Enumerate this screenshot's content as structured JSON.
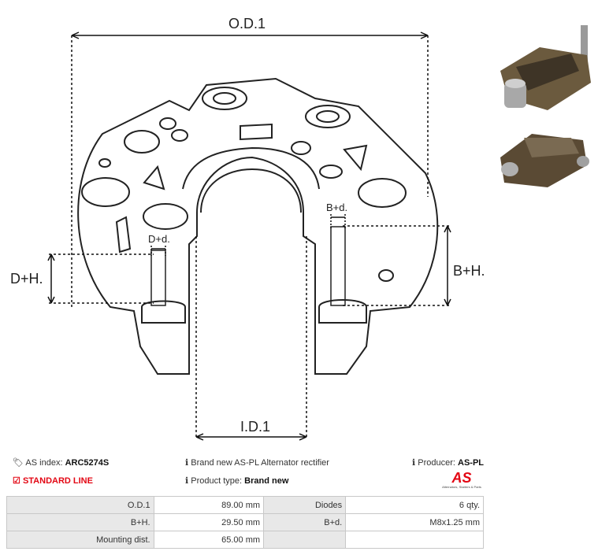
{
  "diagram": {
    "labels": {
      "od1": "O.D.1",
      "id1": "I.D.1",
      "dh": "D+H.",
      "bh": "B+H.",
      "bd": "B+d.",
      "dd": "D+d."
    }
  },
  "info": {
    "as_index_label": "AS index:",
    "as_index_value": "ARC5274S",
    "standard_line": "STANDARD LINE",
    "description": "Brand new AS-PL Alternator rectifier",
    "product_type_label": "Product type:",
    "product_type_value": "Brand new",
    "producer_label": "Producer:",
    "producer_value": "AS-PL",
    "logo_text": "AS",
    "logo_caption": "Alternators, Starters & Parts"
  },
  "specs": [
    {
      "l1": "O.D.1",
      "v1": "89.00 mm",
      "l2": "Diodes",
      "v2": "6 qty."
    },
    {
      "l1": "B+H.",
      "v1": "29.50 mm",
      "l2": "B+d.",
      "v2": "M8x1.25 mm"
    },
    {
      "l1": "Mounting dist.",
      "v1": "65.00 mm",
      "l2": "",
      "v2": ""
    }
  ],
  "colors": {
    "accent": "#e30613"
  }
}
